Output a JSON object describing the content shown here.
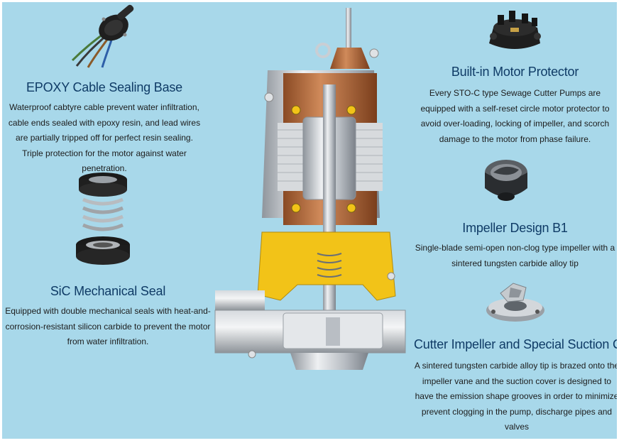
{
  "sections": {
    "cable": {
      "title": "EPOXY Cable Sealing Base",
      "description": "Waterproof cabtyre cable prevent water infiltration, cable ends sealed with epoxy resin, and lead wires are partially tripped off for perfect resin sealing. Triple protection for the motor against water penetration.",
      "image": "cable-sealing-base-photo"
    },
    "seal": {
      "title": "SiC Mechanical Seal",
      "description": "Equipped with double mechanical seals with heat-and-corrosion-resistant silicon carbide to prevent the motor from water infiltration.",
      "image": "mechanical-seal-photo"
    },
    "protector": {
      "title": "Built-in Motor Protector",
      "description": "Every STO-C type Sewage Cutter Pumps are equipped with a self-reset circle motor protector to avoid over-loading, locking of impeller, and scorch damage to the motor from phase failure.",
      "image": "motor-protector-photo"
    },
    "impeller": {
      "title": "Impeller Design B1",
      "description": "Single-blade semi-open non-clog type impeller with a sintered tungsten carbide alloy tip",
      "image": "impeller-photo"
    },
    "cutter": {
      "title": "Cutter Impeller and Special Suction Cover",
      "description": "A sintered tungsten carbide alloy tip is brazed onto the impeller vane and the suction cover is designed to have the emission shape grooves in order to minimize prevent clogging in the pump, discharge pipes and valves",
      "image": "suction-cover-photo"
    }
  },
  "pump_illustration": "pump-cutaway-illustration",
  "colors": {
    "background": "#a8d8ea",
    "title": "#0f3b66",
    "text": "#1c1c1c",
    "copper": "#b86a3a",
    "yellow": "#f2c318",
    "steel": "#c9ced4"
  }
}
